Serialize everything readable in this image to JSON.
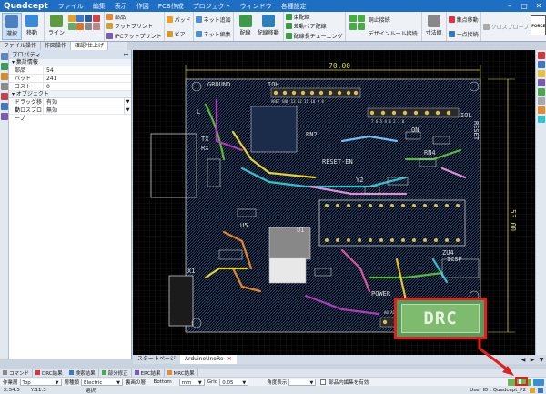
{
  "app": {
    "logo": "Quadcept",
    "menu": [
      "ファイル",
      "編集",
      "表示",
      "作図",
      "PCB作成",
      "プロジェクト",
      "ウィンドウ",
      "各種設定"
    ],
    "window_buttons": [
      "–",
      "□",
      "✕"
    ]
  },
  "ribbon": {
    "select": "選択",
    "move": "移動",
    "line": "ライン",
    "parts": "部品",
    "footprint": "フットプリント",
    "ipc_footprint": "IPCフットプリント",
    "pad": "パッド",
    "via": "ビア",
    "net_add": "ネット追加",
    "net_edit": "ネット編集",
    "route": "配線",
    "route_move": "配線移動",
    "route_single": "束配線",
    "route_diffpair": "差動ペア配線",
    "route_tuning": "配線長チューニング",
    "copper_connect": "銅止接続",
    "design_rule": "デザインルール接続",
    "dimension": "寸法線",
    "group_move": "集点移動",
    "one_point": "一点接続",
    "cross_probe": "クロスプローブ",
    "force_logo": "FORCE"
  },
  "subtabs": [
    "ファイル操作",
    "作図操作",
    "確認/仕上げ"
  ],
  "properties": {
    "title": "プロパティ",
    "pin": "ꟷ",
    "section_totals": "集計情報",
    "rows_totals": [
      {
        "key": "部品",
        "value": "54"
      },
      {
        "key": "パッド",
        "value": "241"
      },
      {
        "key": "コスト",
        "value": "0"
      }
    ],
    "section_object": "オブジェクト",
    "rows_object": [
      {
        "key": "ドラッグ移動",
        "value": "有効"
      },
      {
        "key": "クロスプローブ",
        "value": "無効"
      }
    ]
  },
  "canvas": {
    "dim_horizontal": "70.00",
    "dim_vertical": "53.00",
    "labels": {
      "ground": "GROUND",
      "ioh": "IOH",
      "ioh_pins": "AREF GND 13 12 11 10 9 8",
      "iol_pins": "7 6 5 4 3 2 1 0",
      "iol": "IOL",
      "rn2": "RN2",
      "rn4": "RN4",
      "reset_en": "RESET-EN",
      "reset": "RESET",
      "on": "ON",
      "l": "L",
      "tx": "TX",
      "rx": "RX",
      "x1": "X1",
      "u1": "U1",
      "u5": "U5",
      "y2": "Y2",
      "zu4": "ZU4",
      "icsp": "ICSP",
      "power": "POWER",
      "analog": "A0 A1 A2 A3 A4 A5"
    }
  },
  "doctabs": {
    "start": "スタートページ",
    "active": "ArduinoUnoRe",
    "close": "✕",
    "nav": [
      "◀",
      "▶",
      "▼"
    ]
  },
  "outtabs": [
    "コマンド",
    "DRC結果",
    "検索結果",
    "部分修正",
    "ERC結果",
    "MRC結果"
  ],
  "layerbar": {
    "work_layer_label": "作業層",
    "work_layer": "Top",
    "layer_type_label": "層種類",
    "layer_type": "Electric",
    "back_label": "裏画の層：",
    "back_layer": "Bottom",
    "unit": "mm",
    "grid_label": "Grid",
    "grid_value": "0.05",
    "angle_label": "角度表示",
    "highlight_label": "部品内編集を有効"
  },
  "statusbar": {
    "x": "X:54.5",
    "y": "Y:11.3",
    "mode": "選択",
    "user": "User ID : Quadcept_P2"
  },
  "drc": {
    "label": "DRC"
  },
  "colors": {
    "menubar": "#1e6fc4",
    "highlight": "#e0201d",
    "drc_green": "#7fbb6e"
  }
}
